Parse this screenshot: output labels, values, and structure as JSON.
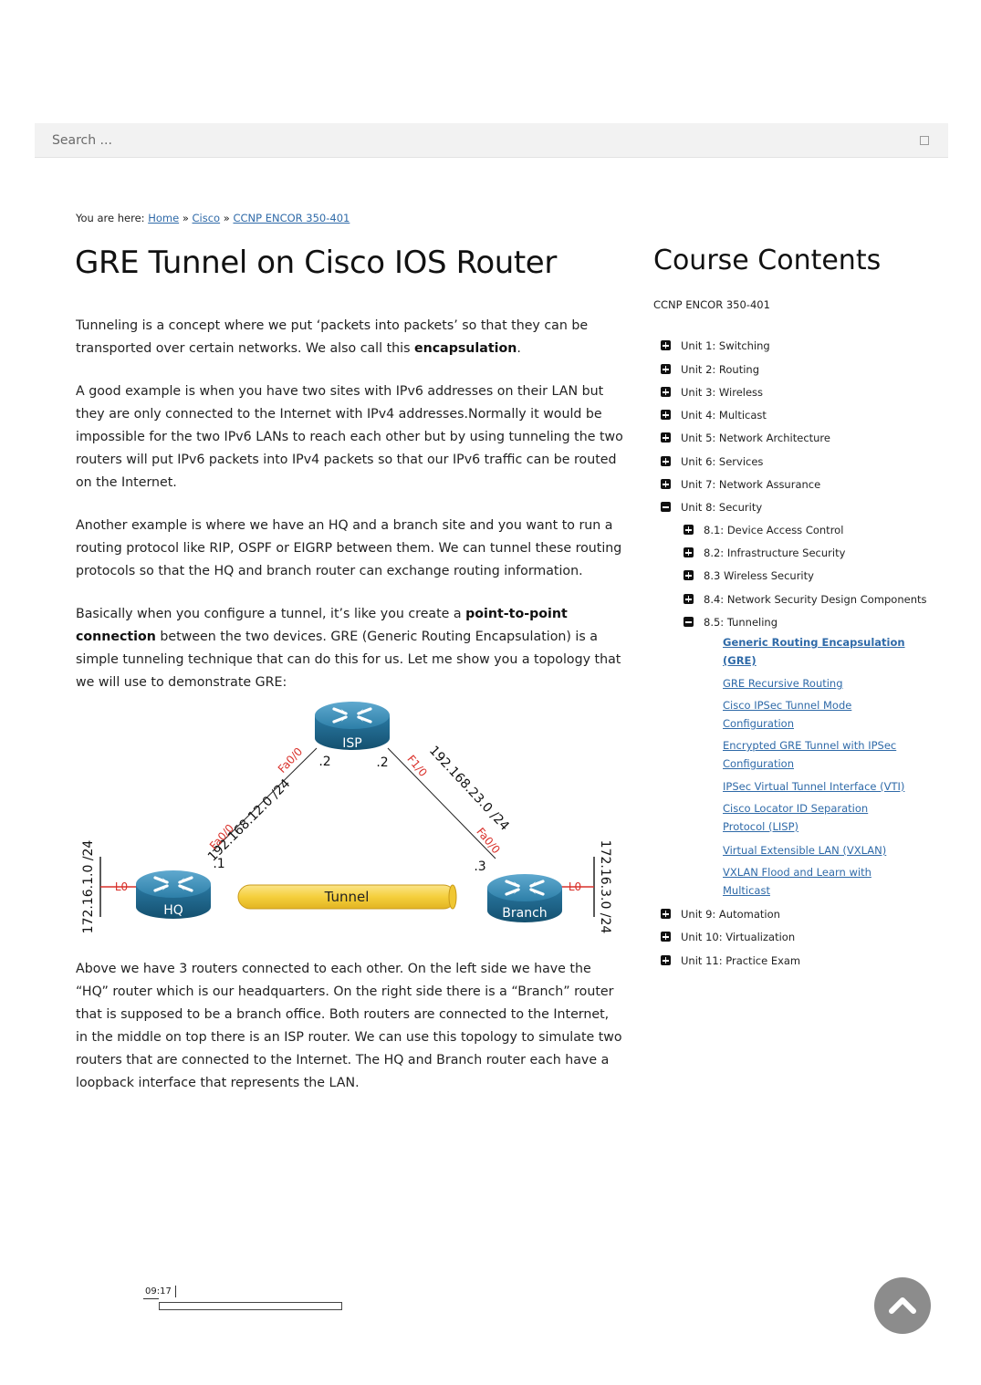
{
  "search": {
    "placeholder": "Search ..."
  },
  "breadcrumb": {
    "prefix": "You are here:",
    "items": [
      "Home",
      "Cisco",
      "CCNP ENCOR 350-401"
    ],
    "separator": "»"
  },
  "article": {
    "title": "GRE Tunnel on Cisco IOS Router",
    "p1_a": "Tunneling is a concept where we put ‘packets into packets’ so that they can be transported over certain networks. We also call this ",
    "p1_b": "encapsulation",
    "p1_c": ".",
    "p2": "A good example  is when you have two sites with IPv6 addresses on their LAN but they are only connected to the Internet with IPv4 addresses.Normally it would be impossible for the two IPv6 LANs to reach each other but by using tunneling the two routers will put IPv6 packets into IPv4 packets so that our IPv6 traffic can be routed on the Internet.",
    "p3": "Another example is where we have an HQ and a branch site and you want to run a routing protocol like RIP, OSPF or EIGRP between them. We can tunnel these routing protocols so that the HQ and branch router can exchange routing information.",
    "p4_a": "Basically when you configure a tunnel, it’s like you create a ",
    "p4_b": "point-to-point connection",
    "p4_c": " between the two devices. GRE (Generic Routing Encapsulation) is a simple tunneling technique that can do this for us. Let me show you a topology that we will use to demonstrate GRE:",
    "p5": "Above we have 3 routers connected to each other. On the left side we have the “HQ” router which is our headquarters. On the right side there is a “Branch” router that is supposed to be a branch office. Both routers are connected to the Internet, in the middle on top there is an ISP router. We can use this topology to simulate two routers that are connected to the Internet. The HQ and Branch router each have a loopback interface that represents the LAN."
  },
  "topology": {
    "routers": {
      "isp": "ISP",
      "hq": "HQ",
      "branch": "Branch"
    },
    "networks": {
      "left": "192.168.12.0 /24",
      "right": "192.168.23.0 /24",
      "hq_lan": "172.16.1.0 /24",
      "branch_lan": "172.16.3.0 /24"
    },
    "interfaces": {
      "isp_left": "Fa0/0",
      "isp_right": "F1/0",
      "hq_up": "Fa0/0",
      "branch_up": "Fa0/0",
      "hq_lo": "L0",
      "branch_lo": "L0"
    },
    "addresses": {
      "isp_left": ".2",
      "isp_right": ".2",
      "hq": ".1",
      "branch": ".3"
    },
    "tunnel": "Tunnel",
    "colors": {
      "router": "#2d7fa8",
      "interface": "#d9302a",
      "tunnel": "#f5cf3c"
    }
  },
  "sidebar": {
    "title": "Course Contents",
    "subtitle": "CCNP ENCOR 350-401",
    "units": [
      "Unit 1: Switching",
      "Unit 2: Routing",
      "Unit 3: Wireless",
      "Unit 4: Multicast",
      "Unit 5: Network Architecture",
      "Unit 6: Services",
      "Unit 7: Network Assurance",
      "Unit 8: Security"
    ],
    "sections": [
      "8.1: Device Access Control",
      "8.2: Infrastructure Security",
      "8.3 Wireless Security",
      "8.4: Network Security Design Components",
      "8.5: Tunneling"
    ],
    "lessons": [
      "Generic Routing Encapsulation (GRE)",
      "GRE Recursive Routing",
      "Cisco IPSec Tunnel Mode Configuration",
      "Encrypted GRE Tunnel with IPSec Configuration",
      "IPSec Virtual Tunnel Interface (VTI)",
      "Cisco Locator ID Separation Protocol (LISP)",
      "Virtual Extensible LAN (VXLAN)",
      "VXLAN Flood and Learn with Multicast"
    ],
    "units_after": [
      "Unit 9: Automation",
      "Unit 10: Virtualization",
      "Unit 11: Practice Exam"
    ]
  },
  "player": {
    "time": "09:17"
  }
}
